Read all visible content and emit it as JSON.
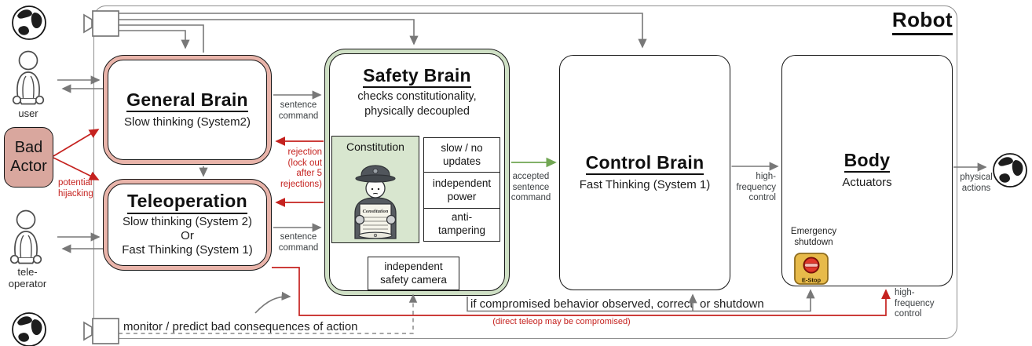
{
  "robot_label": "Robot",
  "actors": {
    "user_label": "user",
    "teleoperator_label": "tele-\noperator",
    "bad_actor_label": "Bad\nActor"
  },
  "boxes": {
    "general_brain": {
      "title": "General Brain",
      "subtitle": "Slow thinking (System2)"
    },
    "teleoperation": {
      "title": "Teleoperation",
      "subtitle": "Slow thinking (System 2)\nOr\nFast Thinking (System 1)"
    },
    "safety_brain": {
      "title": "Safety Brain",
      "subtitle": "checks constitutionality,\nphysically decoupled",
      "constitution": {
        "label": "Constitution",
        "scroll_text": "Constitution"
      },
      "features": [
        "slow / no\nupdates",
        "independent\npower",
        "anti-\ntampering"
      ],
      "camera_feature": "independent\nsafety camera"
    },
    "control_brain": {
      "title": "Control Brain",
      "subtitle": "Fast Thinking (System 1)"
    },
    "body": {
      "title": "Body",
      "subtitle": "Actuators",
      "emergency_label": "Emergency\nshutdown",
      "estop_label": "E-Stop"
    }
  },
  "edges": {
    "sentence_command_general": "sentence\ncommand",
    "sentence_command_teleop": "sentence\ncommand",
    "rejection_note": "rejection\n(lock out\nafter 5\nrejections)",
    "potential_hijacking": "potential\nhijacking",
    "accepted_sentence_command": "accepted\nsentence\ncommand",
    "high_frequency_control_top": "high-\nfrequency\ncontrol",
    "high_frequency_control_bottom": "high-\nfrequency\ncontrol",
    "physical_actions": "physical\nactions",
    "monitor_text": "monitor / predict bad consequences of action",
    "compromised_text_left": "if compromised behavior observed, correct",
    "compromised_text_right": "or shutdown",
    "teleop_compromised_note": "(direct teleop may be compromised)"
  },
  "colors": {
    "red": "#c5221f",
    "pink_band": "#e9b4aa",
    "bad_actor_fill": "#d9a79e",
    "green_band": "#cfe0c5",
    "constitution_fill": "#d8e6cf",
    "arrow_gray": "#787878",
    "accept_green": "#71a653",
    "estop_yellow": "#e7ba4a"
  }
}
